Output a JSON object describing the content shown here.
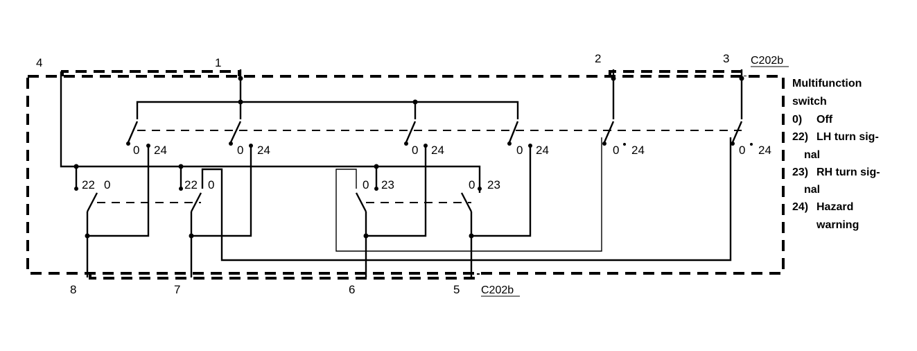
{
  "connector": {
    "top_label": "C202b",
    "bottom_label": "C202b"
  },
  "pins": {
    "top": [
      "4",
      "1",
      "2",
      "3"
    ],
    "bottom": [
      "8",
      "7",
      "6",
      "5"
    ]
  },
  "contacts": {
    "upper": [
      {
        "left": "0",
        "right": "24"
      },
      {
        "left": "0",
        "right": "24"
      },
      {
        "left": "0",
        "right": "24"
      },
      {
        "left": "0",
        "right": "24"
      },
      {
        "left": "0",
        "right": "24"
      },
      {
        "left": "0",
        "right": "24"
      }
    ],
    "lower": [
      {
        "left": "22",
        "right": "0"
      },
      {
        "left": "22",
        "right": "0"
      },
      {
        "left": "0",
        "right": "23"
      },
      {
        "left": "0",
        "right": "23"
      }
    ]
  },
  "legend": {
    "title_line1": "Multifunction",
    "title_line2": "switch",
    "items": [
      {
        "code": "0)",
        "line1": "Off",
        "line2": ""
      },
      {
        "code": "22)",
        "line1": "LH turn sig-",
        "line2": "nal"
      },
      {
        "code": "23)",
        "line1": "RH turn sig-",
        "line2": "nal"
      },
      {
        "code": "24)",
        "line1": "Hazard",
        "line2": "warning"
      }
    ]
  }
}
